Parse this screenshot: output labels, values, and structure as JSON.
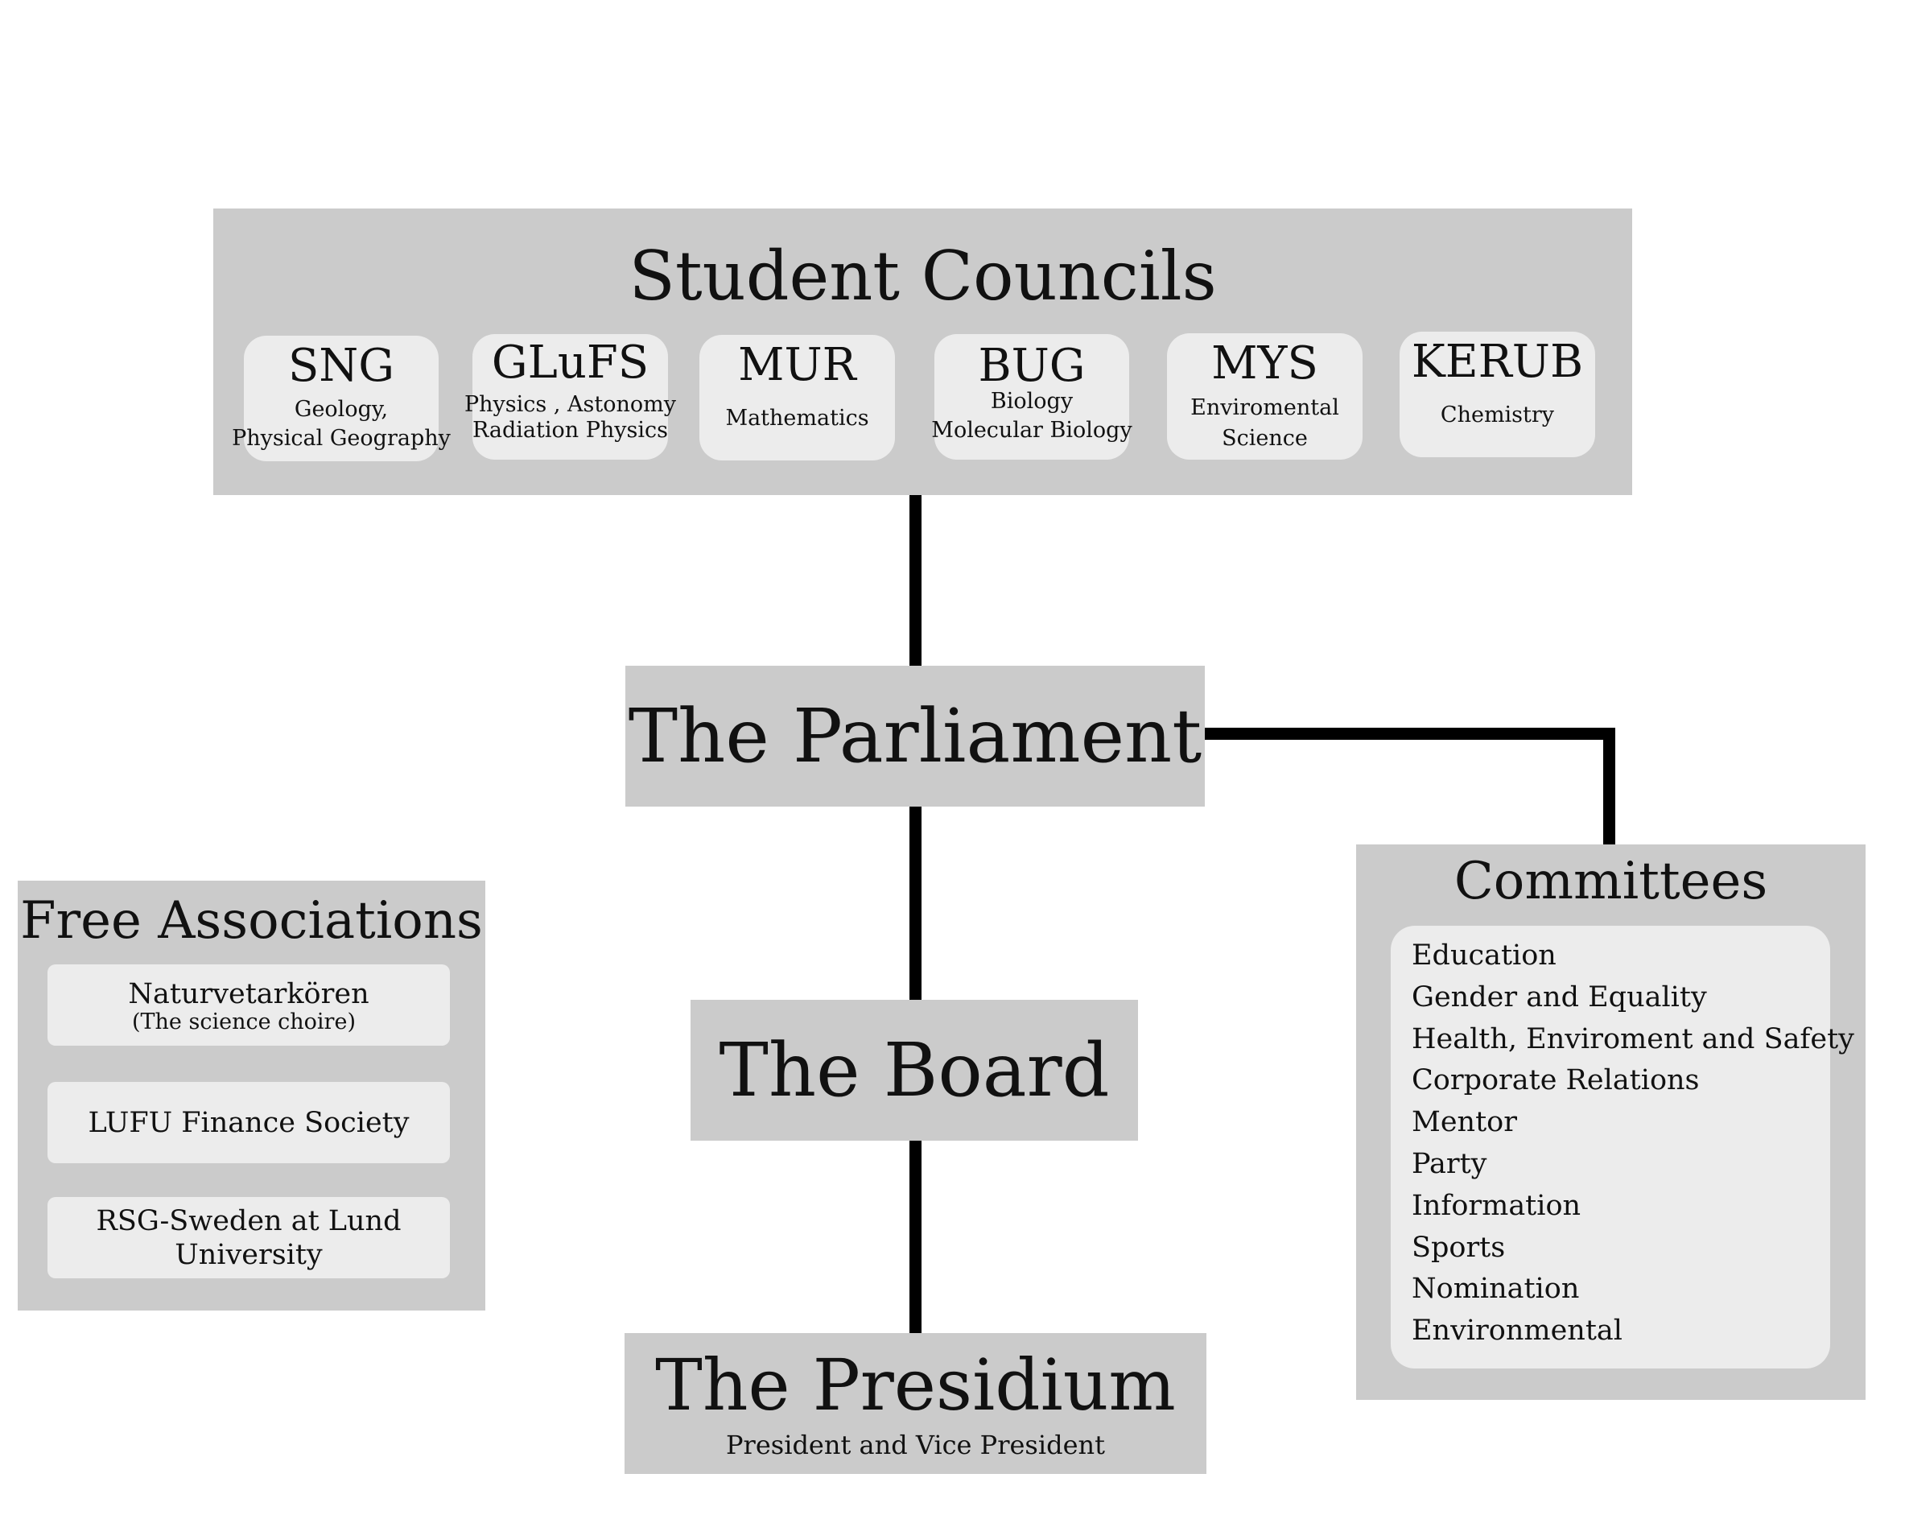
{
  "student_councils": {
    "title": "Student Councils",
    "councils": [
      {
        "abbr": "SNG",
        "lines": [
          "Geology,",
          "Physical Geography"
        ]
      },
      {
        "abbr": "GLuFS",
        "lines": [
          "Physics , Astonomy",
          "Radiation Physics"
        ]
      },
      {
        "abbr": "MUR",
        "lines": [
          "Mathematics"
        ]
      },
      {
        "abbr": "BUG",
        "lines": [
          "Biology",
          "Molecular Biology"
        ]
      },
      {
        "abbr": "MYS",
        "lines": [
          "Enviromental",
          "Science"
        ]
      },
      {
        "abbr": "KERUB",
        "lines": [
          "Chemistry"
        ]
      }
    ]
  },
  "parliament": {
    "title": "The Parliament"
  },
  "board": {
    "title": "The Board"
  },
  "presidium": {
    "title": "The Presidium",
    "subtitle": "President and Vice President"
  },
  "committees": {
    "title": "Committees",
    "items": [
      "Education",
      "Gender and Equality",
      "Health, Enviroment and Safety",
      "Corporate Relations",
      "Mentor",
      "Party",
      "Information",
      "Sports",
      "Nomination",
      "Environmental"
    ]
  },
  "free_associations": {
    "title": "Free Associations",
    "items": [
      {
        "name": "Naturvetarkören",
        "note": "(The science choire)"
      },
      {
        "name": "LUFU Finance Society",
        "note": ""
      },
      {
        "name": "RSG-Sweden at Lund",
        "note": "University"
      }
    ]
  }
}
